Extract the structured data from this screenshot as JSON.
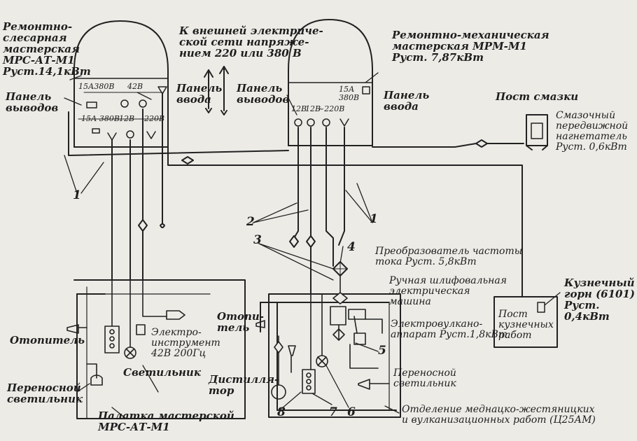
{
  "labels": {
    "rs_workshop": "Ремонтно-\nслесарная\nмастерская\nМРС-АТ-М1\nРуст.14,1кВт",
    "external_net": "К внешней электриче-\nской сети напряже-\nнием 220 или 380 В",
    "rm_workshop": "Ремонтно-механическая\nмастерская МРМ-М1\nРуст. 7,87кВт",
    "lube_post": "Пост смазки",
    "lube_unit": "Смазочный\nпередвижной\nнагнетатель\nРуст. 0,6кВт",
    "panel_out_left": "Панель\nвыводов",
    "panel_in_left": "Панель\nввода",
    "panel_out_right": "Панель\nвыводов",
    "panel_in_right": "Панель\nввода",
    "freq_converter": "Преобразователь частоты\nтока Руст. 5,8кВт",
    "grinder": "Ручная шлифовальная\nэлектрическая\nмашина",
    "vulcanizer": "Электровулкано-\nаппарат Руст.1,8кВт",
    "forge": "Кузнечный\nгорн (6101)\nРуст. 0,4кВт",
    "forge_post": "Пост\nкузнечных\nработ",
    "heater_left": "Отопитель",
    "heater_right": "Отопи-\nтель",
    "electrotool": "Электро-\nинструмент\n42В  200Гц",
    "lamp_left": "Светильник",
    "portable_lamp_left": "Переносной\nсветильник",
    "tent": "Палатка мастерской\nМРС-АТ-М1",
    "distiller": "Дистилля-\nтор",
    "portable_lamp_right": "Переносной\nсветильник",
    "dept": "Отделение меднацко-жестяницких\nи вулканизационных работ (Ц25АМ)",
    "v_15a380b": "15А380В",
    "v_42b": "42В",
    "v_15a380b_low": "15А 380В",
    "v_12b": "12В",
    "v_220b": "220В",
    "v_12b_r1": "12В",
    "v_12b_r2": "12В",
    "v_220b_r": "~220В",
    "v_15a_r": "15А\n380В"
  },
  "callouts": [
    "1",
    "2",
    "3",
    "4",
    "1",
    "5",
    "6",
    "7",
    "8"
  ]
}
